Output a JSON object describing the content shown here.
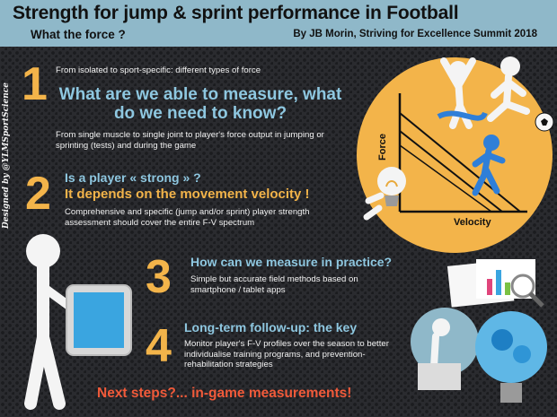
{
  "header": {
    "title": "Strength for jump & sprint performance in Football",
    "subtitle": "What the force ?",
    "byline": "By JB Morin, Striving for Excellence Summit 2018"
  },
  "credit": "Designed by @YLMSportScience",
  "sections": [
    {
      "number": "1",
      "intro": "From isolated to sport-specific: different types of force",
      "question": "What are we able to measure, what do we need to know?",
      "body": "From single muscle to single joint to player's force output in jumping or sprinting (tests) and during the game"
    },
    {
      "number": "2",
      "heading": "Is a player « strong » ?",
      "emphasis": "It depends on the movement velocity !",
      "body": "Comprehensive and specific (jump and/or sprint) player strength assessment should cover the entire F-V spectrum"
    },
    {
      "number": "3",
      "heading": "How can we measure in practice?",
      "body": "Simple but accurate field methods based on smartphone / tablet apps"
    },
    {
      "number": "4",
      "heading": "Long-term follow-up: the key",
      "body": "Monitor player's F-V profiles over the season to better individualise training programs, and prevention-rehabilitation strategies"
    }
  ],
  "footer": {
    "next": "Next steps?... in-game measurements!"
  },
  "fv_graph": {
    "y_axis": "Force",
    "x_axis": "Velocity"
  },
  "colors": {
    "header_bg": "#8fb8c9",
    "accent_orange": "#f3b44a",
    "accent_blue": "#8ec7e0",
    "accent_red": "#f05a3a"
  }
}
